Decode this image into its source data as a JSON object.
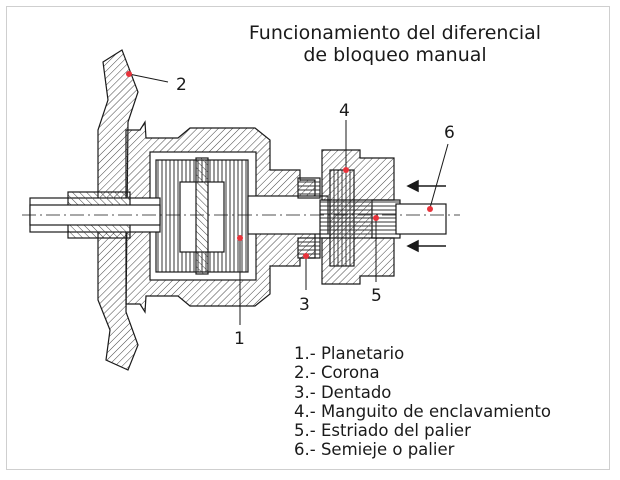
{
  "title": {
    "line1": "Funcionamiento del diferencial",
    "line2": "de bloqueo manual"
  },
  "callouts": [
    "1",
    "2",
    "3",
    "4",
    "5",
    "6"
  ],
  "legend": [
    "1.- Planetario",
    "2.- Corona",
    "3.- Dentado",
    "4.- Manguito de enclavamiento",
    "5.- Estriado del palier",
    "6.- Semieje o palier"
  ],
  "colors": {
    "ink": "#1a1a1a",
    "hatch": "#444444",
    "marker": "#e8323a",
    "frame": "#cfcfcf"
  }
}
